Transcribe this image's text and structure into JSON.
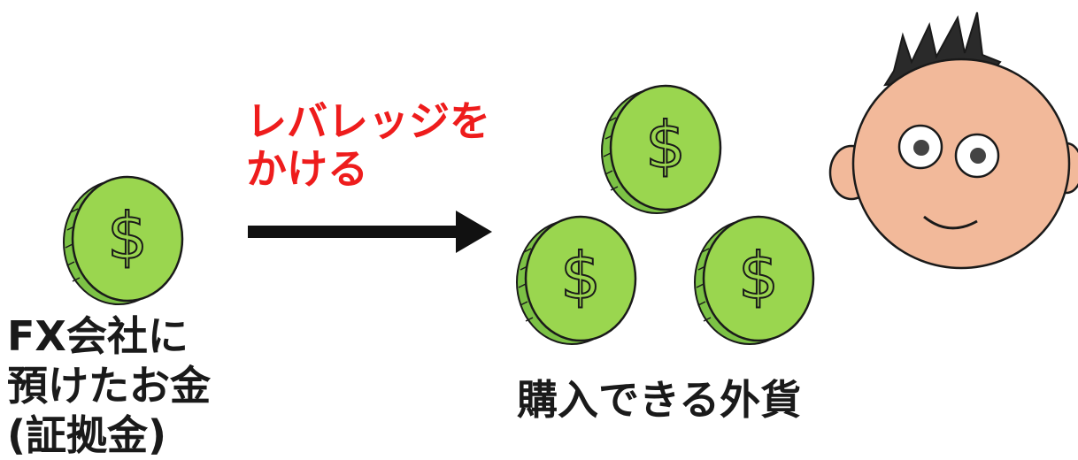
{
  "diagram": {
    "deposit_label": [
      "FX会社に",
      "預けたお金",
      "(証拠金)"
    ],
    "leverage_label": [
      "レバレッジを",
      "かける"
    ],
    "purchase_label": "購入できる外貨",
    "coin_symbol": "$",
    "colors": {
      "coin_fill": "#9ad64f",
      "coin_edge": "#6fb33a",
      "ink": "#1a1a1a",
      "leverage_text": "#ee1c1c",
      "arrow": "#111111",
      "face": "#f2b99a",
      "hair": "#2a2a2a"
    },
    "icons": [
      "coin-icon",
      "arrow-right-icon",
      "face-icon"
    ]
  }
}
